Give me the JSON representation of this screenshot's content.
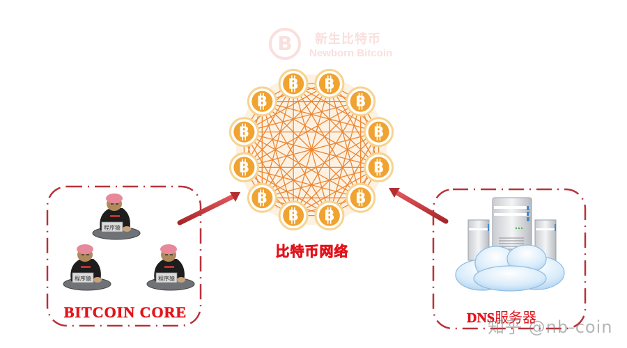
{
  "watermark": {
    "logo_glyph": "B",
    "title_cn": "新生比特币",
    "title_en": "Newborn Bitcoin"
  },
  "network": {
    "label": "比特币网络",
    "node_count": 12,
    "node_glyph": "B",
    "colors": {
      "coin_fill": "#f0a330",
      "coin_ring": "#f7d38f",
      "mesh_line": "#ea7a1e",
      "mesh_bg": "#fdf1e2"
    }
  },
  "bitcoin_core_group": {
    "label": "BITCOIN CORE",
    "members": [
      {
        "name": "developer-monkey-1",
        "laptop_text": "程序猿"
      },
      {
        "name": "developer-monkey-2",
        "laptop_text": "程序猿"
      },
      {
        "name": "developer-monkey-3",
        "laptop_text": "程序猿"
      }
    ]
  },
  "dns_group": {
    "label_en": "DNS",
    "label_cn": "服务器"
  },
  "arrows": [
    {
      "from": "bitcoin-core",
      "to": "bitcoin-network"
    },
    {
      "from": "dns-server",
      "to": "bitcoin-network"
    }
  ],
  "colors": {
    "label_red": "#e1141b",
    "dash_border": "#b8323a",
    "arrow": "#c9383e"
  },
  "credit": "知乎 @nb-coin"
}
